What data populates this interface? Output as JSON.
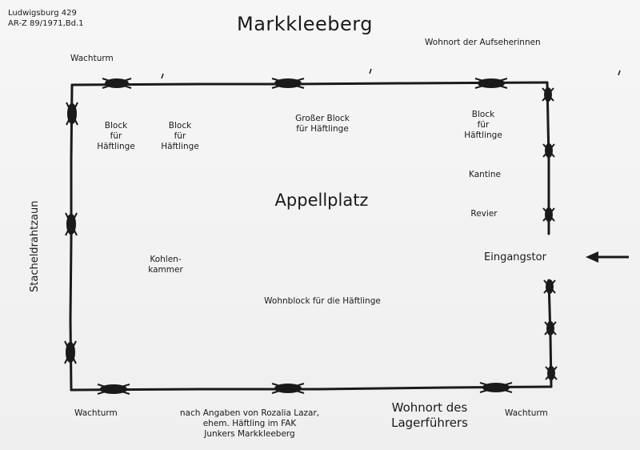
{
  "header": {
    "archive_ref_line1": "Ludwigsburg 429",
    "archive_ref_line2": "AR-Z 89/1971,Bd.1"
  },
  "title": "Markkleeberg",
  "labels": {
    "guard_tower_top_left": "Wachturm",
    "guard_tower_bottom_left": "Wachturm",
    "guard_tower_bottom_right": "Wachturm",
    "overseers_quarters": "Wohnort der Aufseherinnen",
    "barbed_wire_fence": "Stacheldrahtzaun",
    "block_1": [
      "Block",
      "für",
      "Häftlinge"
    ],
    "block_2": [
      "Block",
      "für",
      "Häftlinge"
    ],
    "large_block": [
      "Großer Block",
      "für Häftlinge"
    ],
    "block_right": [
      "Block",
      "für",
      "Häftlinge"
    ],
    "canteen": "Kantine",
    "infirmary": "Revier",
    "roll_call_square": "Appellplatz",
    "coal_chamber": [
      "Kohlen-",
      "kammer"
    ],
    "entrance_gate": "Eingangstor",
    "living_block": "Wohnblock für die Häftlinge",
    "camp_leader_quarters": [
      "Wohnort des",
      "Lagerführers"
    ],
    "source_note": [
      "nach Angaben von Rozalia Lazar,",
      "ehem. Häftling im FAK",
      "Junkers Markkleeberg"
    ]
  },
  "colors": {
    "ink": "#1a1a1a",
    "paper": "#f3f3f3"
  }
}
